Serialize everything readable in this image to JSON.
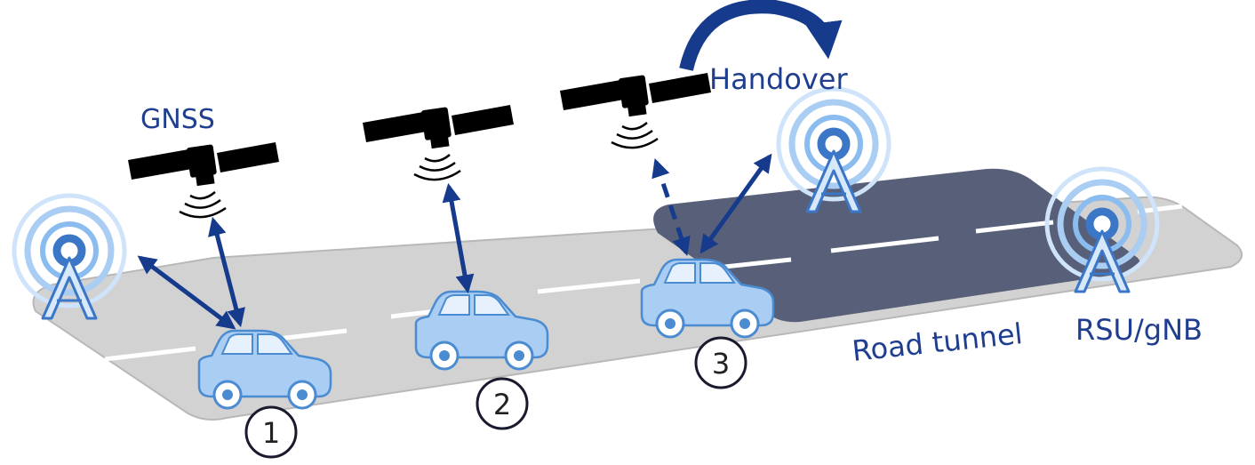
{
  "labels": {
    "gnss": "GNSS",
    "handover": "Handover",
    "tunnel": "Road tunnel",
    "rsu": "RSU/gNB"
  },
  "car_numbers": [
    "1",
    "2",
    "3"
  ],
  "colors": {
    "road": "#d2d2d2",
    "road_edge": "#b5b5b5",
    "tunnel": "#585f78",
    "arrow": "#163b8c",
    "car_body": "#a9cdf3",
    "car_outline": "#4a8bd1",
    "tower": "#3b77c6",
    "text": "#1f3e8f"
  },
  "icons": {
    "satellite": "satellite-icon",
    "tower": "radio-tower-icon",
    "car": "car-icon"
  }
}
